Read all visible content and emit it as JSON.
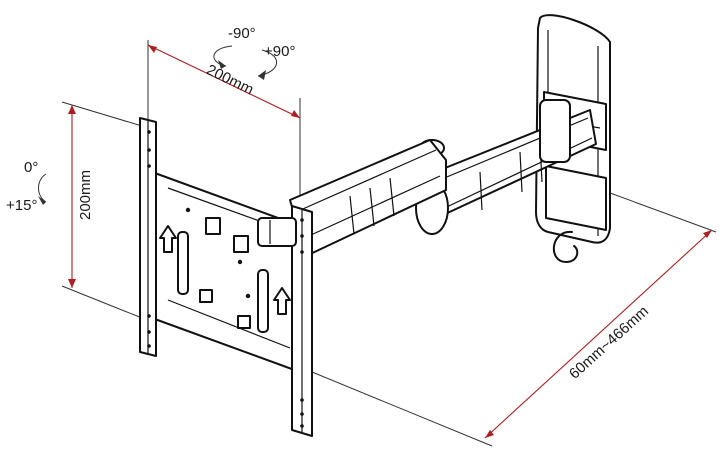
{
  "labels": {
    "width_spacing": "200mm",
    "height_spacing": "200mm",
    "swivel_minus": "-90°",
    "swivel_plus": "+90°",
    "tilt_zero": "0°",
    "tilt_plus": "+15°",
    "extension": "60mm~466mm"
  },
  "colors": {
    "dimension_line": "#b11e22",
    "drawing_line": "#111111",
    "background": "#ffffff"
  }
}
